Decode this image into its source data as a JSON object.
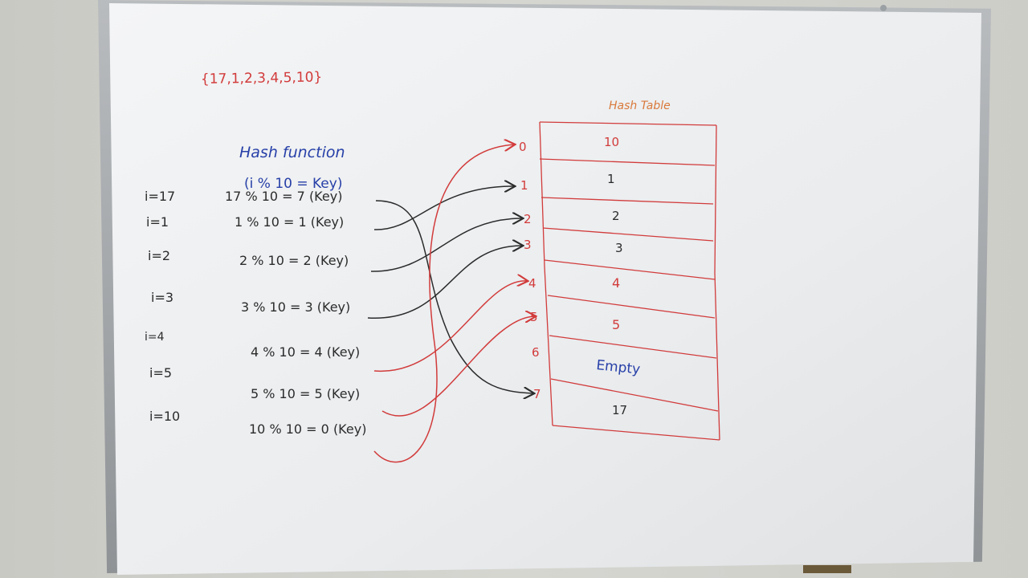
{
  "set_line": "{17,1,2,3,4,5,10}",
  "hash_function": {
    "title": "Hash function",
    "formula": "(i % 10 = Key)"
  },
  "keys": [
    {
      "label": "i=17",
      "expr": "17 % 10 = 7 (Key)"
    },
    {
      "label": "i=1",
      "expr": "1 % 10 = 1 (Key)"
    },
    {
      "label": "i=2",
      "expr": "2 % 10 = 2 (Key)"
    },
    {
      "label": "i=3",
      "expr": "3 % 10 = 3 (Key)"
    },
    {
      "label": "i=4",
      "expr": "4 % 10 = 4 (Key)"
    },
    {
      "label": "i=5",
      "expr": "5 % 10 = 5 (Key)"
    },
    {
      "label": "i=10",
      "expr": "10 % 10 = 0 (Key)"
    }
  ],
  "table": {
    "title": "Hash Table",
    "indices": [
      "0",
      "1",
      "2",
      "3",
      "4",
      "5",
      "6",
      "7"
    ],
    "cells": [
      "10",
      "1",
      "2",
      "3",
      "4",
      "5",
      "Empty",
      "17"
    ]
  },
  "colors": {
    "board": "#eceef0",
    "red_marker": "#d23b3b",
    "blue_marker": "#2740a8",
    "black_marker": "#2b2b2b",
    "orange_marker": "#d9793a"
  }
}
